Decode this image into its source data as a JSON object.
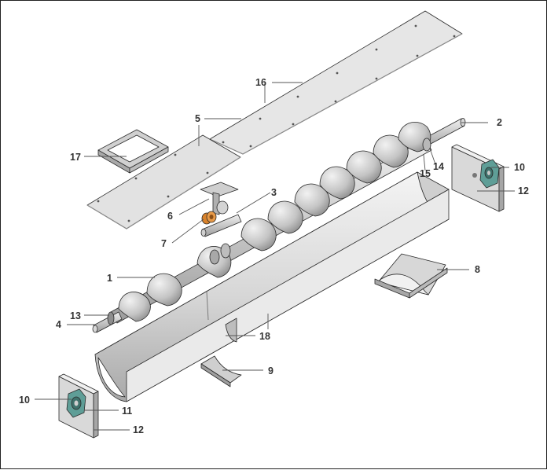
{
  "diagram": {
    "labels": {
      "p1": "1",
      "p2": "2",
      "p3": "3",
      "p4": "4",
      "p5": "5",
      "p6": "6",
      "p7": "7",
      "p8": "8",
      "p9": "9",
      "p10a": "10",
      "p10b": "10",
      "p11": "11",
      "p12a": "12",
      "p12b": "12",
      "p13": "13",
      "p14": "14",
      "p15": "15",
      "p16": "16",
      "p17": "17",
      "p18": "18"
    },
    "colors": {
      "steel_light": "#e4e4e4",
      "steel_mid": "#c8c8c8",
      "steel_dark": "#9a9a9a",
      "bearing_teal": "#5f9e97",
      "bushing_orange": "#d9822b"
    }
  }
}
